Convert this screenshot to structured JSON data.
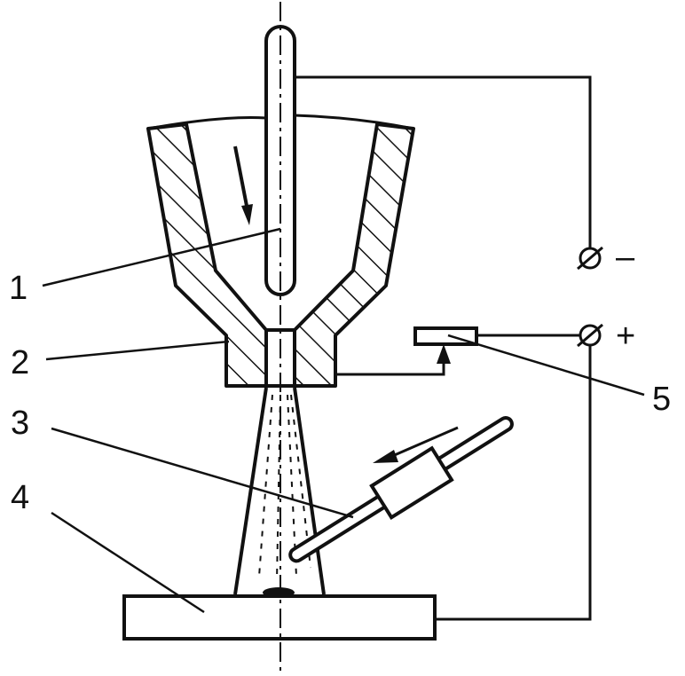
{
  "diagram": {
    "labels": {
      "l1": "1",
      "l2": "2",
      "l3": "3",
      "l4": "4",
      "l5": "5"
    },
    "terminals": {
      "negative": "–",
      "positive": "+"
    },
    "colors": {
      "stroke": "#111111",
      "background": "#ffffff"
    }
  }
}
